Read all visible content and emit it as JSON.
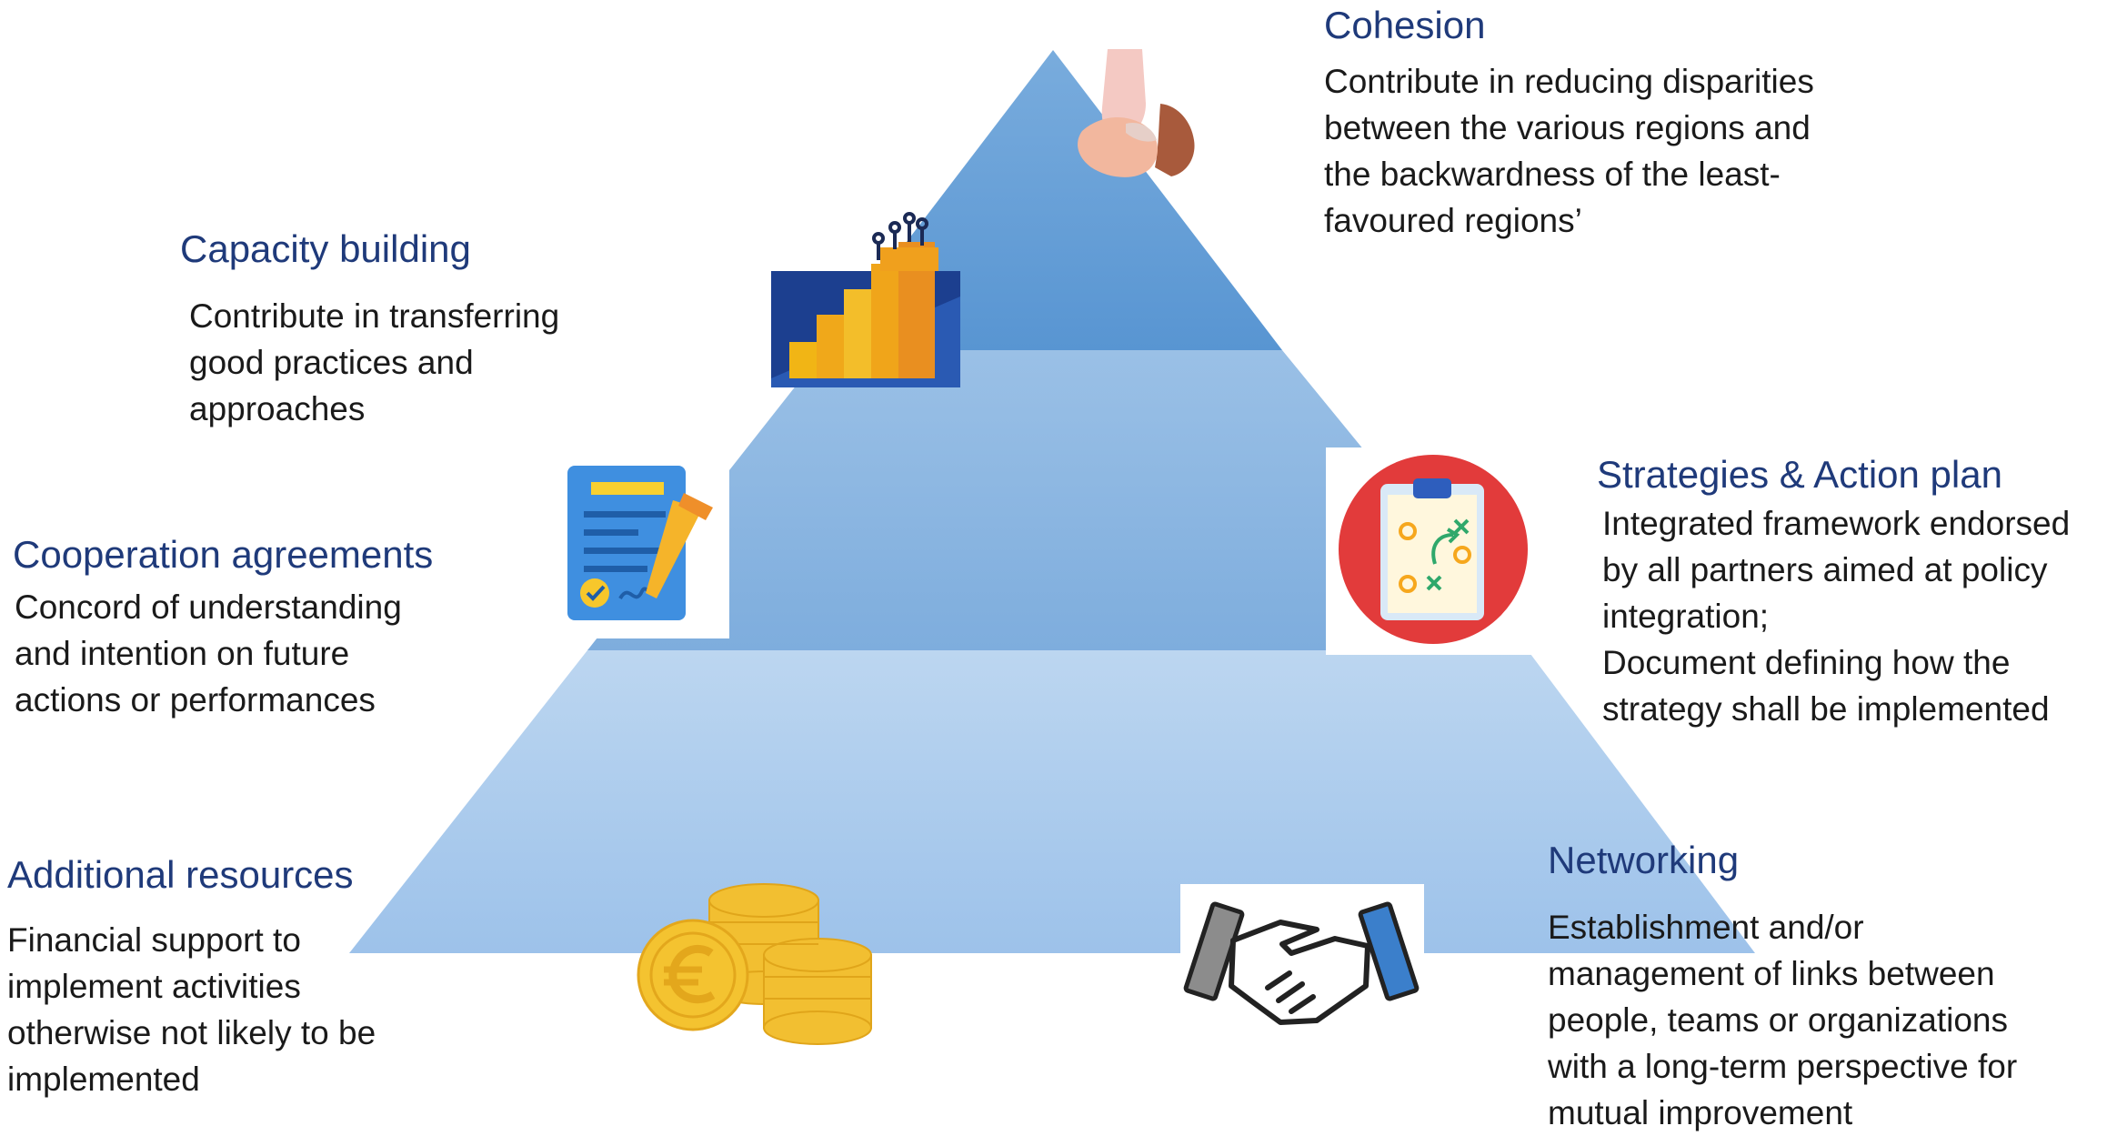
{
  "colors": {
    "tier_top": "#5b9bd5",
    "tier_middle": "#8fb8e2",
    "tier_bottom": "#b3d0ee",
    "title_text": "#1f3a7a",
    "body_text": "#1a1a1a"
  },
  "items": {
    "cohesion": {
      "title": "Cohesion",
      "description": "Contribute in reducing disparities\nbetween the various regions and\nthe backwardness of the least-\nfavoured regions’",
      "icon": "hands-stacked-icon"
    },
    "capacity_building": {
      "title": "Capacity building",
      "description": "Contribute in transferring\ngood practices and\napproaches",
      "icon": "building-blocks-stairs-icon"
    },
    "cooperation_agreements": {
      "title": "Cooperation agreements",
      "description": "Concord of understanding\nand intention on future\nactions or performances",
      "icon": "signed-document-icon"
    },
    "strategies": {
      "title": "Strategies & Action plan",
      "description": "Integrated framework endorsed\nby all partners aimed at policy\nintegration;\nDocument defining how the\nstrategy shall be implemented",
      "icon": "strategy-clipboard-icon"
    },
    "additional_resources": {
      "title": "Additional resources",
      "description": "Financial support to\nimplement activities\notherwise not likely to be\nimplemented",
      "icon": "euro-coins-icon"
    },
    "networking": {
      "title": "Networking",
      "description": "Establishment and/or\nmanagement of links between\npeople, teams or organizations\nwith a long-term perspective for\nmutual improvement",
      "icon": "handshake-icon"
    }
  }
}
